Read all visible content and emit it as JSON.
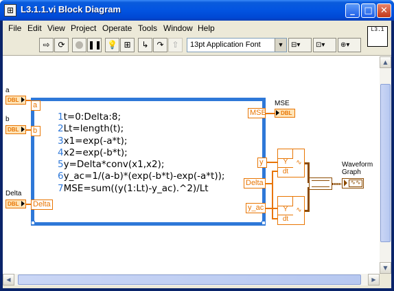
{
  "window": {
    "title": "L3.1.1.vi Block Diagram",
    "app_icon": "labview-block-diagram-icon"
  },
  "menu": [
    "File",
    "Edit",
    "View",
    "Project",
    "Operate",
    "Tools",
    "Window",
    "Help"
  ],
  "toolbar": {
    "font_select": "13pt Application Font",
    "vi_icon_text": "L3.1"
  },
  "diagram": {
    "inputs": [
      {
        "label": "a",
        "type": "DBL",
        "node": "a"
      },
      {
        "label": "b",
        "type": "DBL",
        "node": "b"
      },
      {
        "label": "Delta",
        "type": "DBL",
        "node": "Delta"
      }
    ],
    "script_lines": [
      {
        "num": "1",
        "code": "t=0:Delta:8;"
      },
      {
        "num": "2",
        "code": "Lt=length(t);"
      },
      {
        "num": "3",
        "code": "x1=exp(-a*t);"
      },
      {
        "num": "4",
        "code": "x2=exp(-b*t);"
      },
      {
        "num": "5",
        "code": "y=Delta*conv(x1,x2);"
      },
      {
        "num": "6",
        "code": "y_ac=1/(a-b)*(exp(-b*t)-exp(-a*t));"
      },
      {
        "num": "7",
        "code": "MSE=sum((y(1:Lt)-y_ac).^2)/Lt"
      }
    ],
    "outputs": {
      "mse_node": "MSE",
      "mse_label": "MSE",
      "mse_type": "DBL",
      "y_node": "y",
      "delta_node": "Delta",
      "yac_node": "y_ac"
    },
    "build_waveform": {
      "y": "Y",
      "dt": "dt"
    },
    "graph": {
      "label_line1": "Waveform",
      "label_line2": "Graph"
    }
  },
  "colors": {
    "wire": "#e87400",
    "mathscript_border": "#2e78d8",
    "title_bar": "#0254e1"
  }
}
